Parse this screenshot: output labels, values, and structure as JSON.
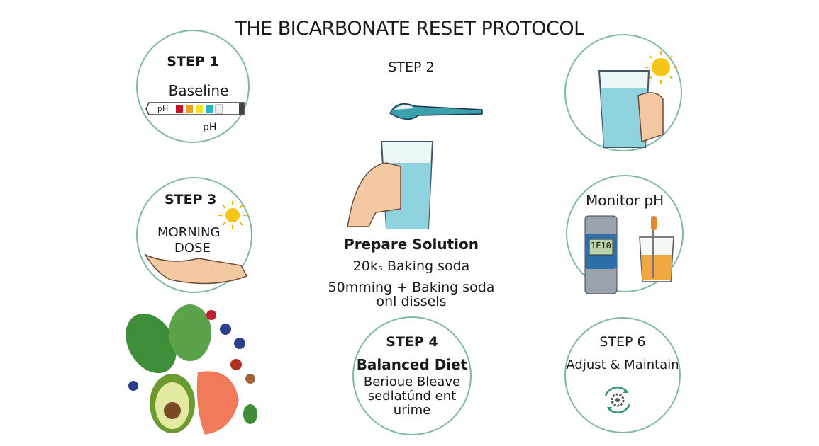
{
  "title": "THE BICARBONATE RESET PROTOCOL",
  "step1": {
    "label": "STEP 1",
    "heading": "Baseline",
    "strip_label": "pH",
    "caption": "pH"
  },
  "step2": {
    "label": "STEP 2",
    "heading": "Prepare Solution",
    "line1": "20kₛ Baking soda",
    "line2": "50mming + Baking soda",
    "line3": "onl dissels"
  },
  "step3": {
    "label": "STEP 3",
    "heading_line1": "MORNING",
    "heading_line2": "DOSE"
  },
  "monitor": {
    "heading": "Monitor pH",
    "meter_reading": "1E10"
  },
  "step4": {
    "label": "STEP 4",
    "heading": "Balanced Diet",
    "line1": "Berioue Bleave",
    "line2": "sedlatúnd ent",
    "line3": "urime"
  },
  "step6": {
    "label": "STEP 6",
    "heading": "Adjust & Maintain"
  },
  "colors": {
    "circle_border": "#7fb8aa",
    "water": "#8fd3df",
    "sun": "#f5c518",
    "skin": "#f3c8a3"
  }
}
